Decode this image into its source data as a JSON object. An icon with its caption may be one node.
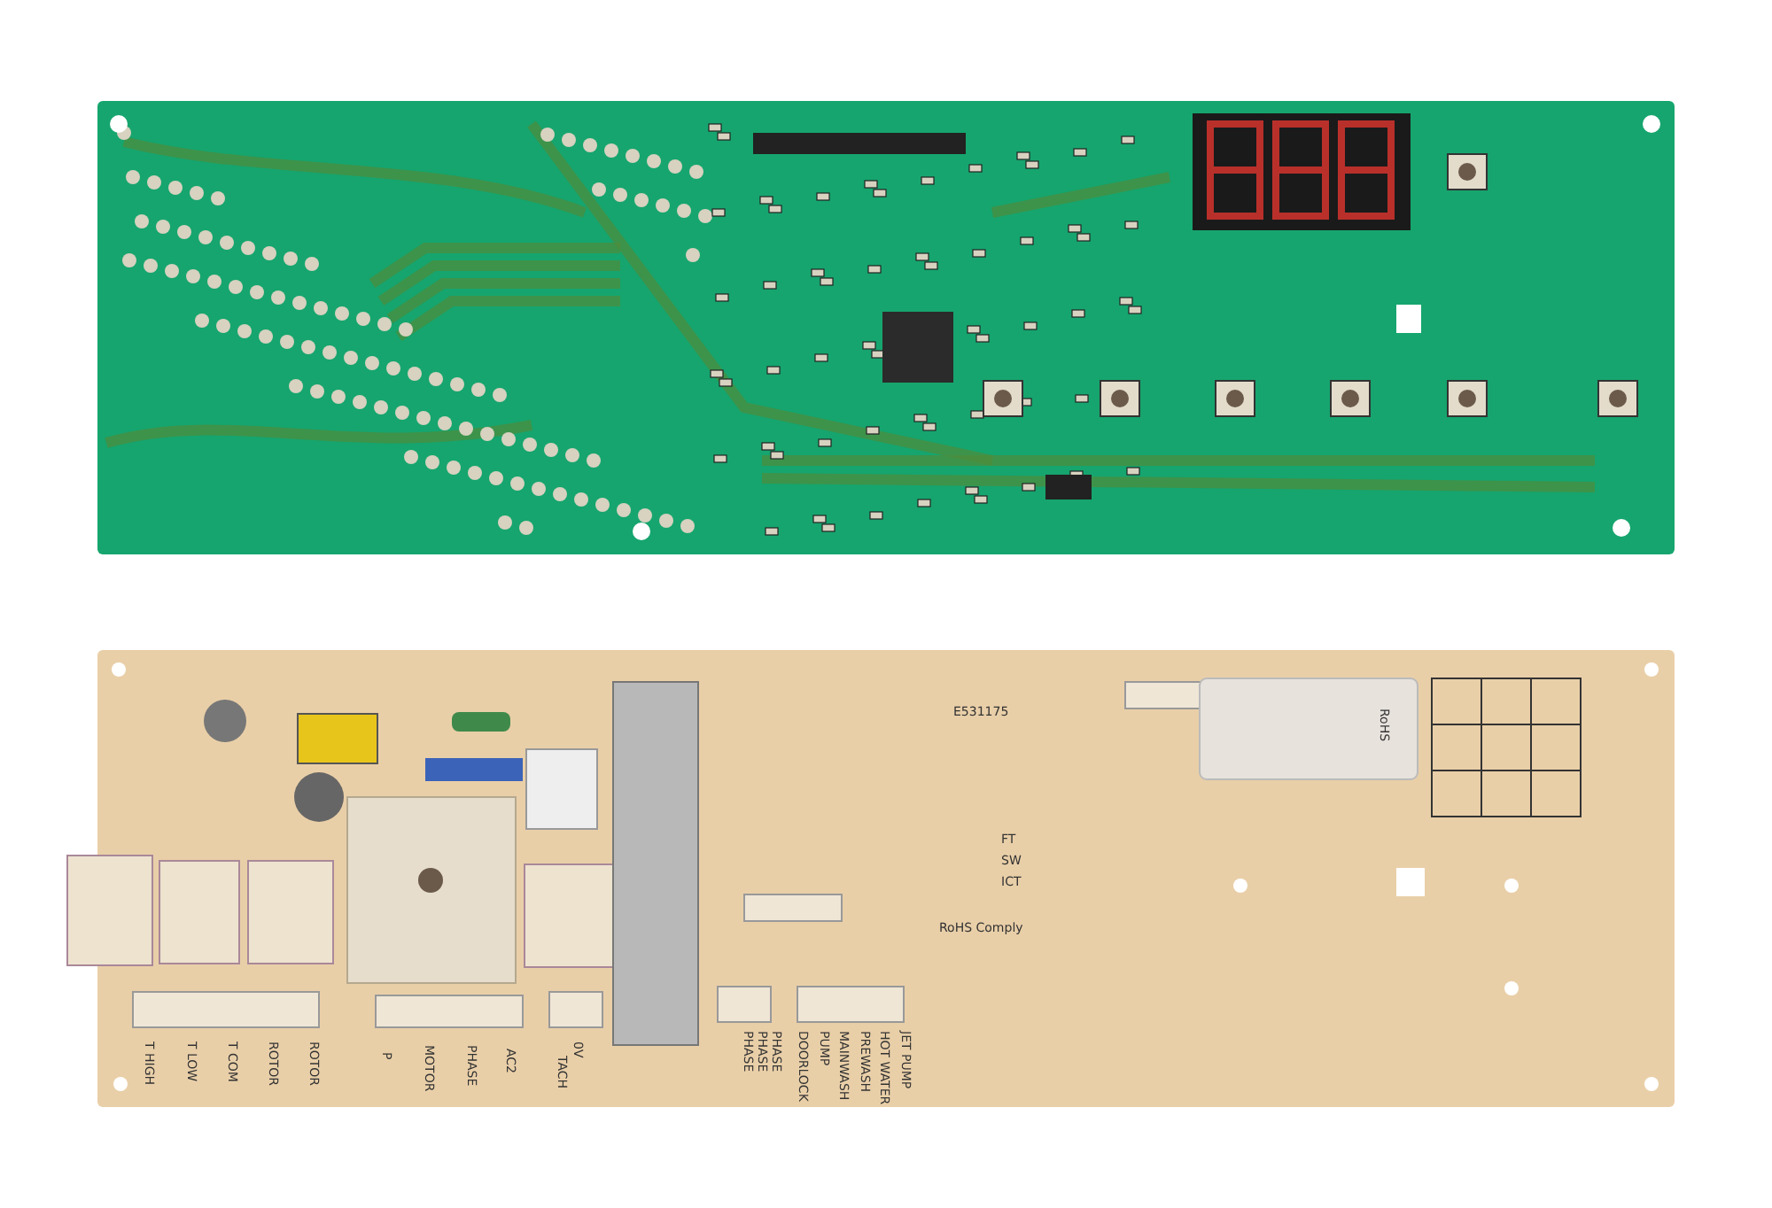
{
  "diagram": {
    "labels": [
      "T HIGH",
      "T LOW",
      "T COM",
      "ROTOR",
      "ROTOR",
      "P",
      "MOTOR",
      "PHASE",
      "AC2",
      "0V",
      "TACH",
      "PHASE",
      "PHASE",
      "PHASE",
      "DOORLOCK",
      "PUMP",
      "MAINWASH",
      "PREWASH",
      "HOT WATER",
      "JET PUMP",
      "E531175",
      "FT",
      "SW",
      "ICT",
      "RoHS Comply",
      "RoHS"
    ]
  }
}
